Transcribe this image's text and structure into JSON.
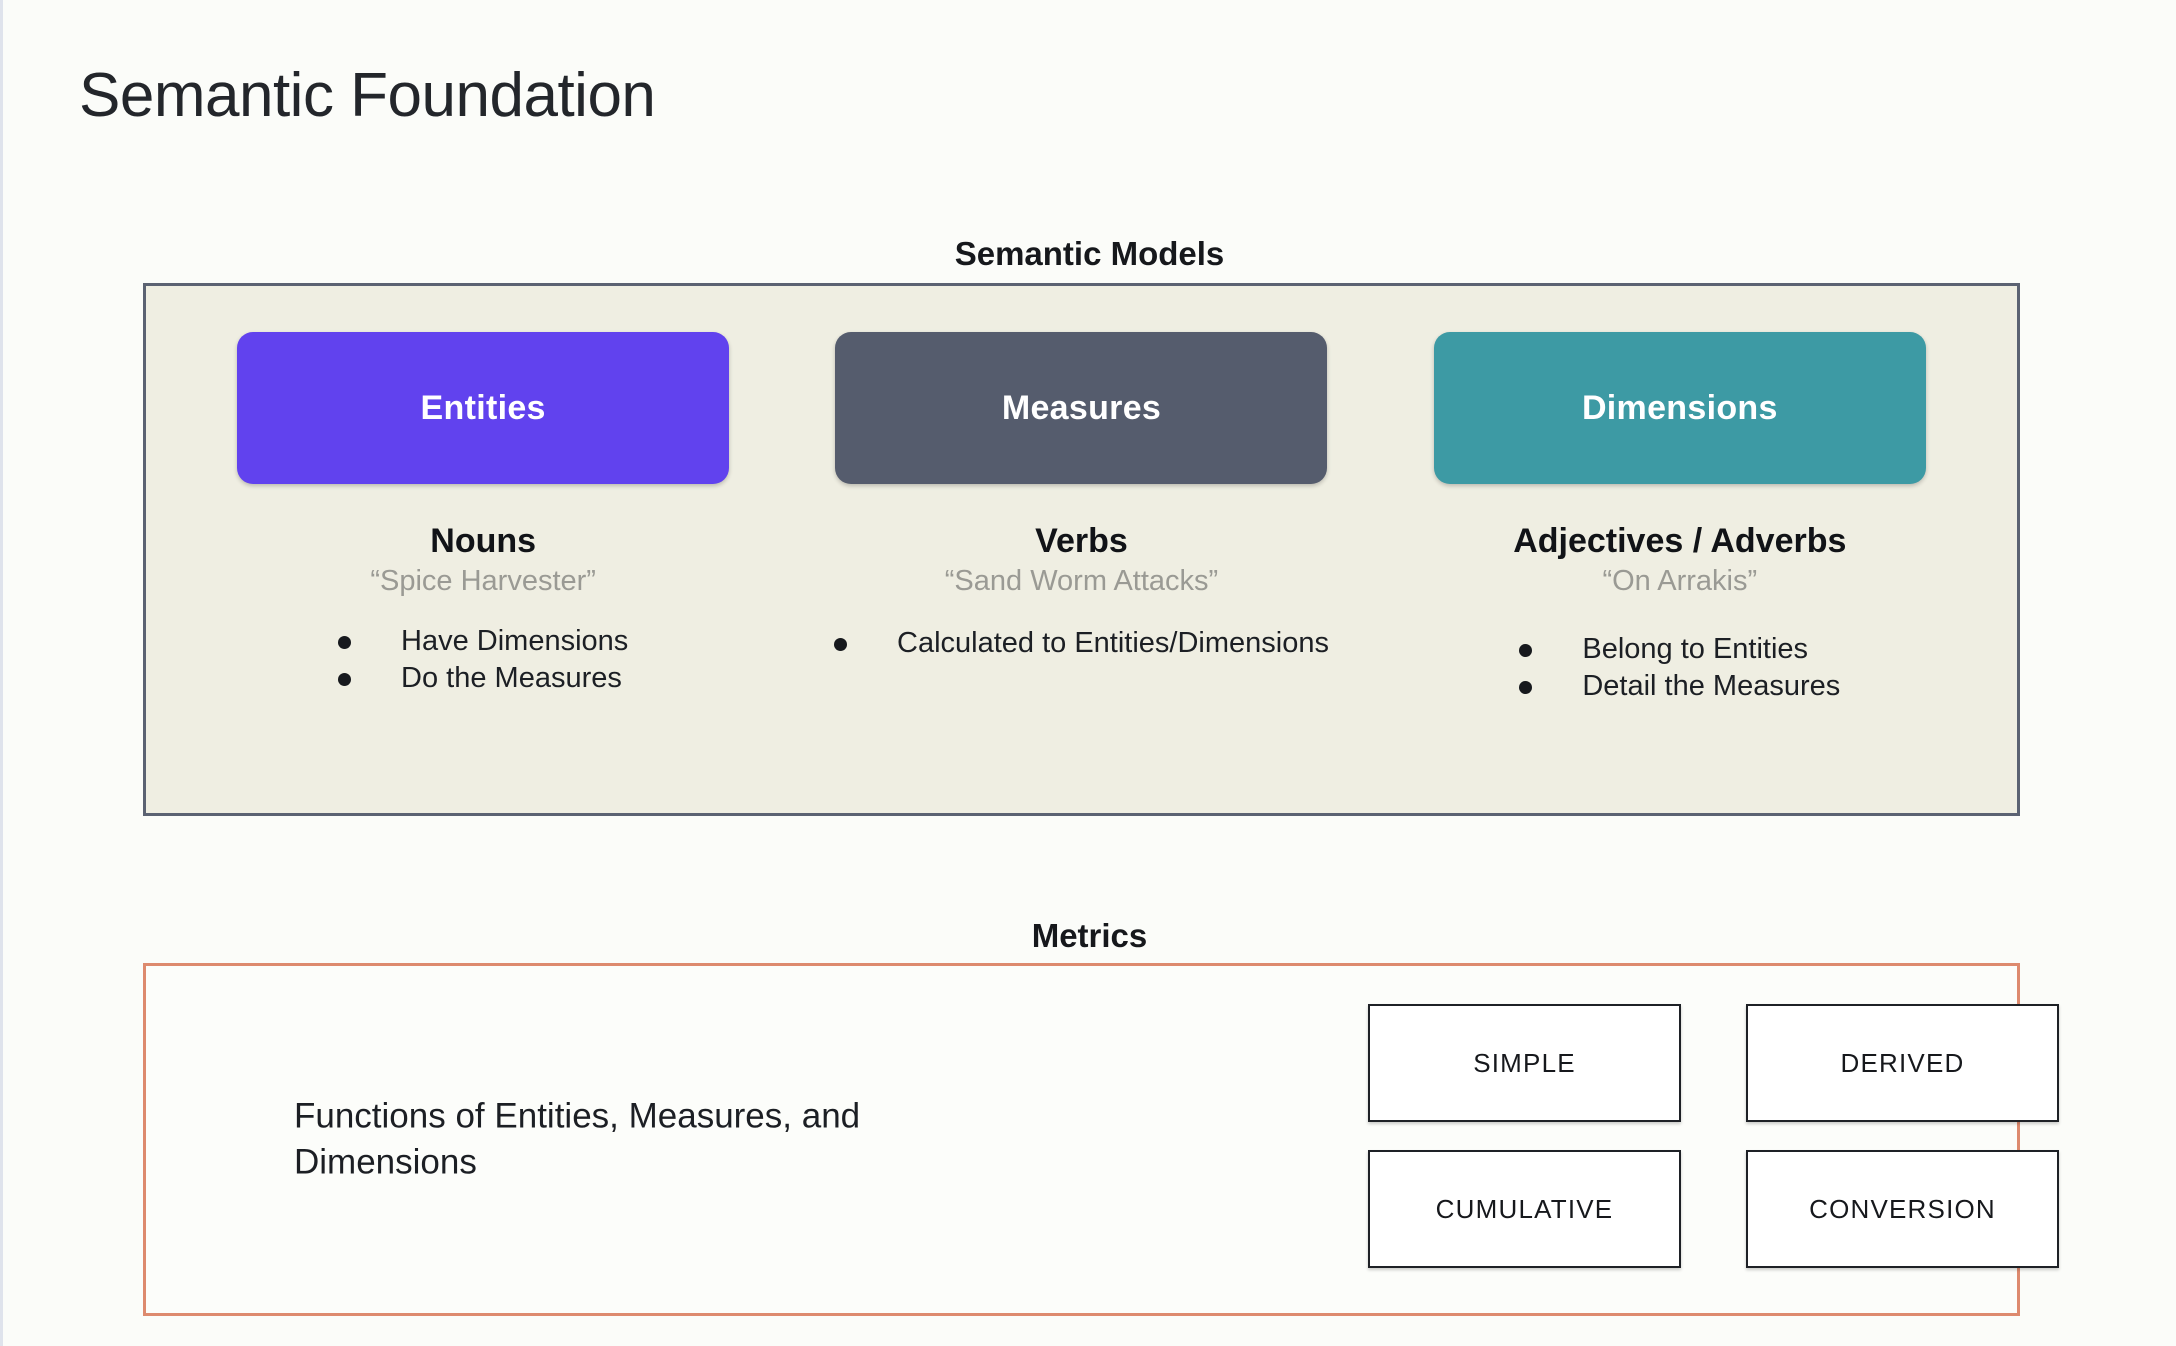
{
  "slide": {
    "title": "Semantic Foundation",
    "background_color": "#fbfcf9"
  },
  "semantic_models": {
    "heading": "Semantic Models",
    "panel_background": "#efeee2",
    "panel_border_color": "#5b6272",
    "columns": [
      {
        "pill_label": "Entities",
        "pill_color": "#6142ee",
        "part_of_speech": "Nouns",
        "example": "“Spice Harvester”",
        "bullets": [
          "Have Dimensions",
          "Do the Measures"
        ]
      },
      {
        "pill_label": "Measures",
        "pill_color": "#555c6d",
        "part_of_speech": "Verbs",
        "example": "“Sand Worm Attacks”",
        "bullets": [
          "Calculated to Entities/Dimensions"
        ]
      },
      {
        "pill_label": "Dimensions",
        "pill_color": "#3d9aa4",
        "part_of_speech": "Adjectives / Adverbs",
        "example": "“On Arrakis”",
        "bullets": [
          "Belong to Entities",
          "Detail the Measures"
        ]
      }
    ]
  },
  "metrics": {
    "heading": "Metrics",
    "panel_border_color": "#dd8a6e",
    "caption": "Functions of Entities, Measures, and Dimensions",
    "types": [
      "SIMPLE",
      "DERIVED",
      "CUMULATIVE",
      "CONVERSION"
    ]
  }
}
